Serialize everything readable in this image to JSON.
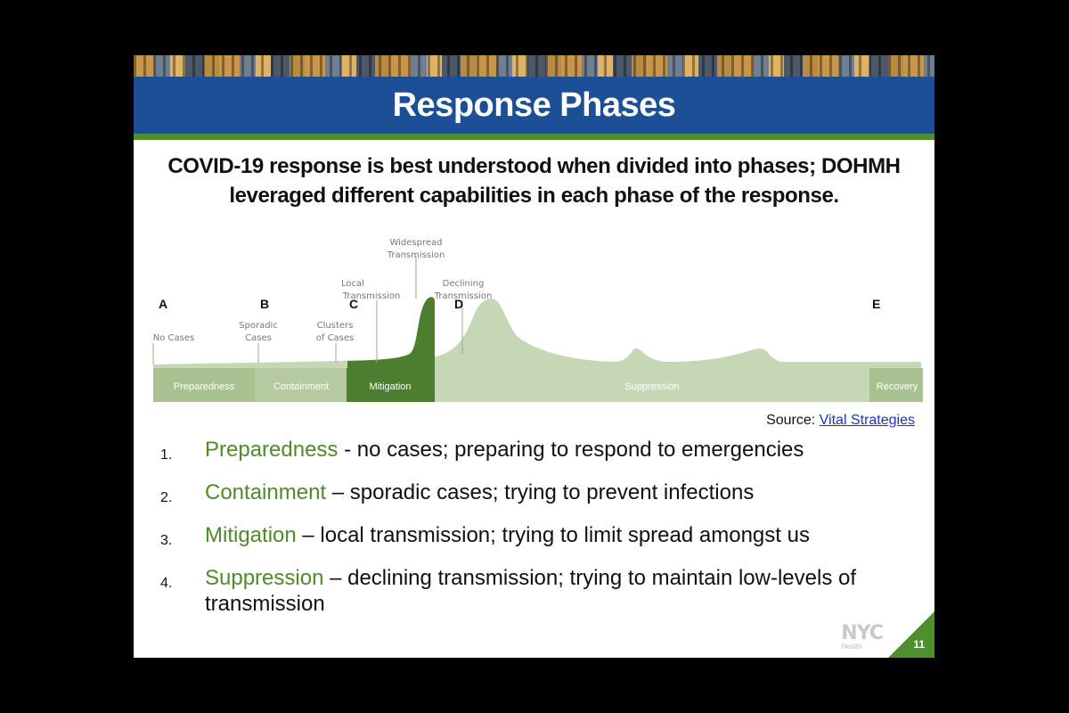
{
  "slide": {
    "title": "Response Phases",
    "subtitle_line1": "COVID-19 response is best understood when divided into phases;  DOHMH",
    "subtitle_line2": "leveraged different capabilities in each phase of the response.",
    "source_label": "Source:",
    "source_link": "Vital Strategies",
    "page_number": "11",
    "logo_text": "NYC",
    "logo_subtext": "Health"
  },
  "colors": {
    "title_bar": "#1c4f95",
    "accent_green": "#4f8a2b",
    "phase_light": "#a9c191",
    "phase_mid": "#b6caa1",
    "phase_dark": "#4d7d2f",
    "curve_fill": "#c6d7b5"
  },
  "diagram": {
    "letters": [
      "A",
      "B",
      "C",
      "D",
      "E"
    ],
    "annotations": [
      {
        "line1": "No Cases",
        "line2": ""
      },
      {
        "line1": "Sporadic",
        "line2": "Cases"
      },
      {
        "line1": "Clusters",
        "line2": "of Cases"
      },
      {
        "line1": "Local",
        "line2": "Transmission"
      },
      {
        "line1": "Widespread",
        "line2": "Transmission"
      },
      {
        "line1": "Declining",
        "line2": "Transmission"
      }
    ],
    "phases": [
      "Preparedness",
      "Containment",
      "Mitigation",
      "Suppression",
      "Recovery"
    ]
  },
  "list": [
    {
      "num": "1.",
      "term": "Preparedness",
      "desc": "  - no cases; preparing to respond to emergencies"
    },
    {
      "num": "2.",
      "term": "Containment",
      "desc": " – sporadic cases; trying to prevent infections"
    },
    {
      "num": "3.",
      "term": "Mitigation",
      "desc": " – local transmission; trying to limit spread amongst us"
    },
    {
      "num": "4.",
      "term": "Suppression",
      "desc": " – declining transmission; trying to maintain low-levels of transmission"
    }
  ]
}
